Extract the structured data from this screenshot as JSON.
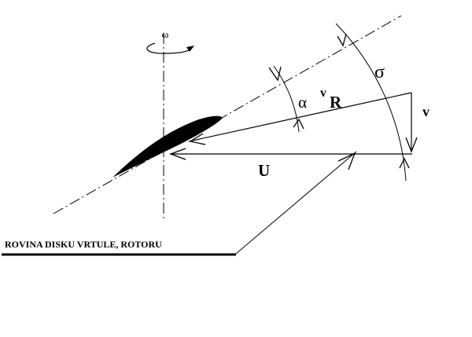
{
  "labels": {
    "omega": "ω",
    "alpha": "α",
    "v_superscript": "v",
    "r_subscript": "R",
    "sigma": "σ",
    "v": "v",
    "u": "U",
    "plane": "ROVINA DISKU VRTULE, ROTORU"
  },
  "colors": {
    "ink": "#000000",
    "background": "#ffffff"
  }
}
